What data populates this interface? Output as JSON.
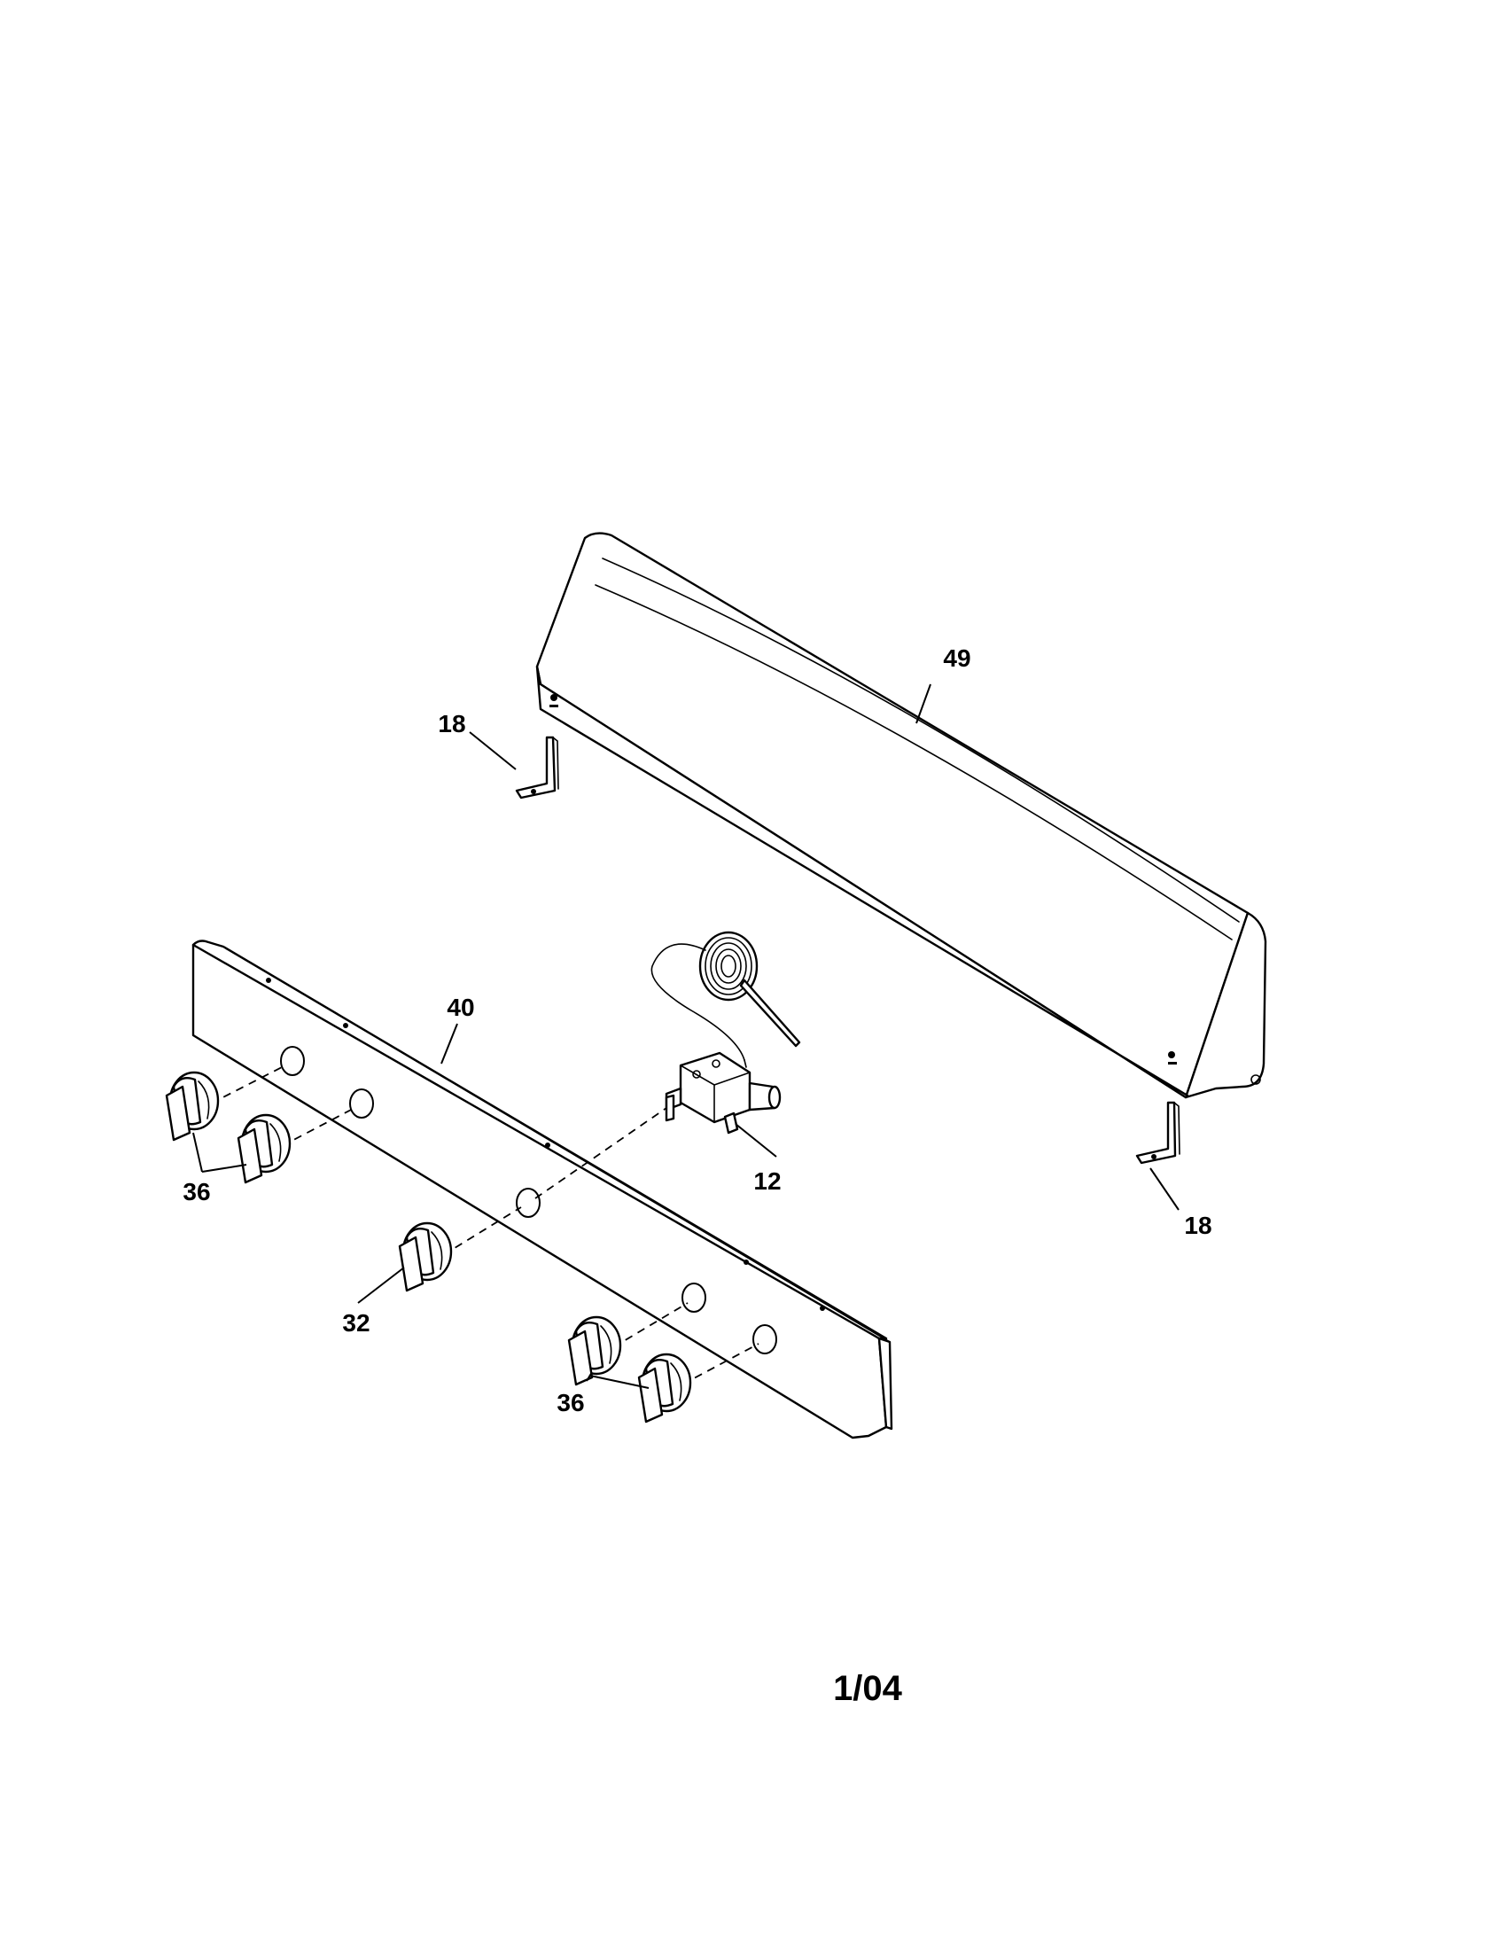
{
  "callouts": {
    "backguard": "49",
    "bracket_left": "18",
    "bracket_right": "18",
    "control_panel": "40",
    "thermostat_valve": "12",
    "knobs_left": "36",
    "oven_knob": "32",
    "knobs_right": "36"
  },
  "footer": {
    "date_code": "1/04"
  }
}
